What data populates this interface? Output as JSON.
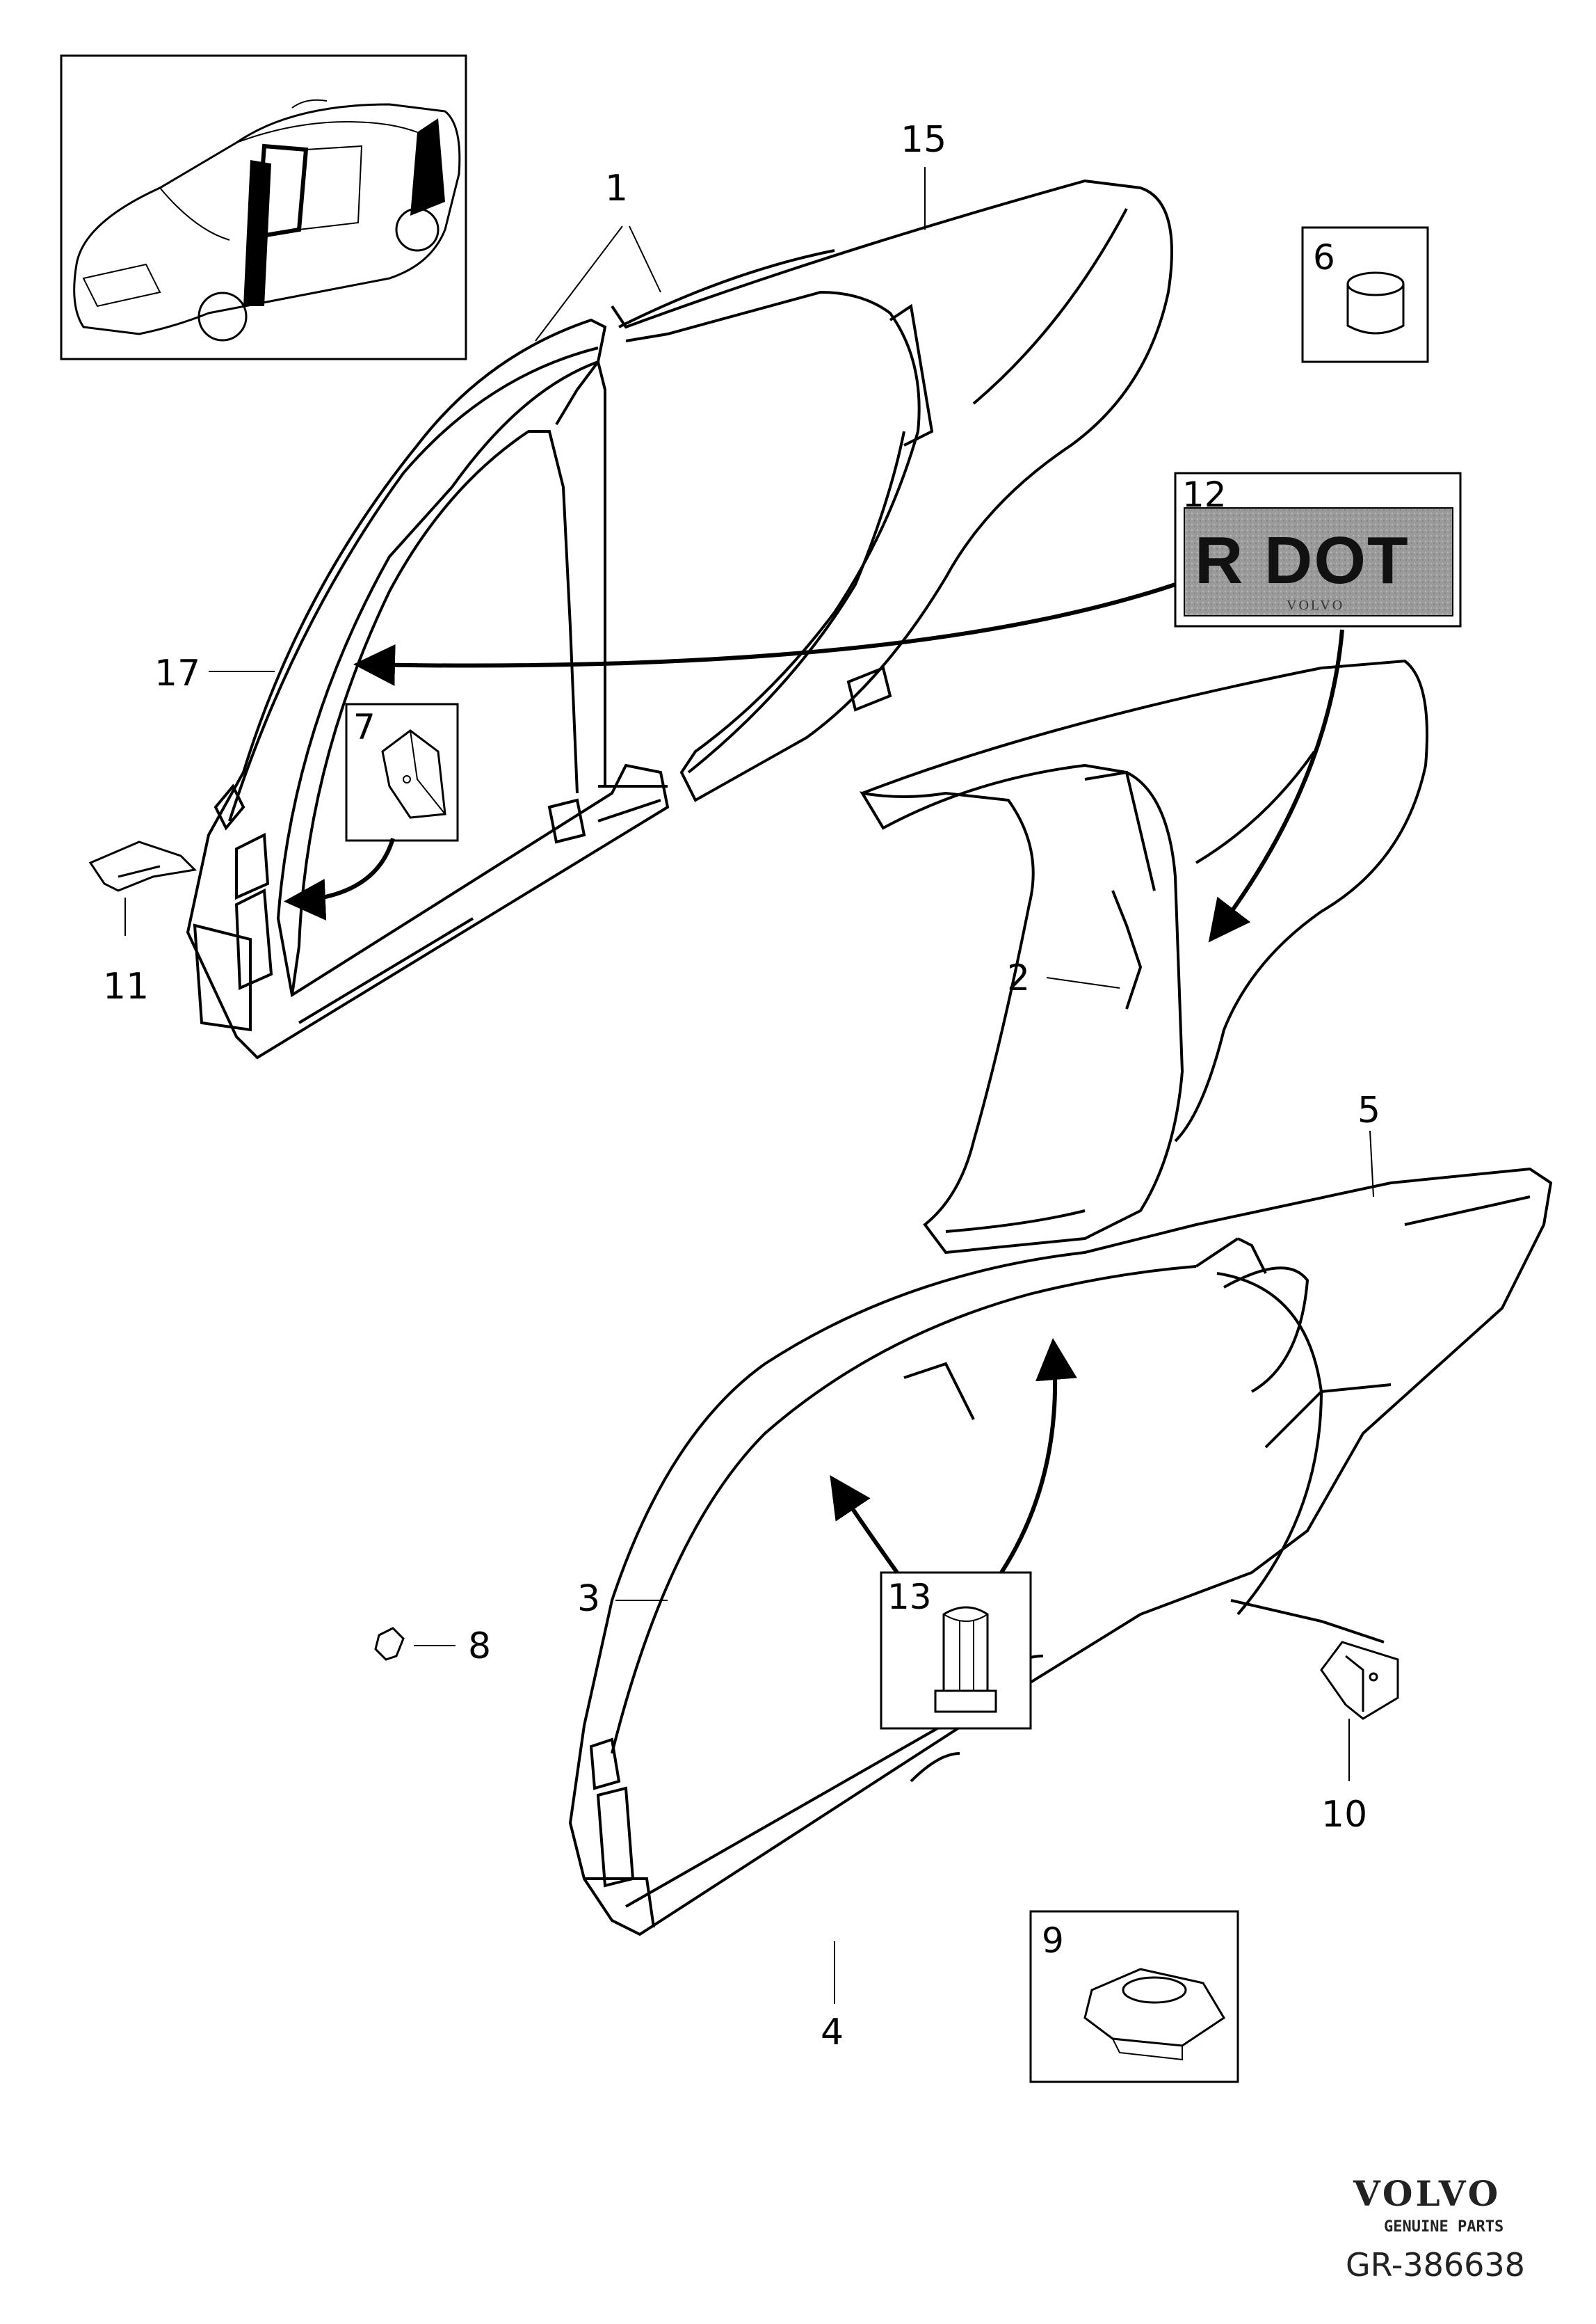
{
  "callouts": {
    "c1": "1",
    "c15": "15",
    "c6": "6",
    "c12": "12",
    "c17": "17",
    "c7": "7",
    "c11": "11",
    "c2": "2",
    "c5": "5",
    "c3": "3",
    "c13": "13",
    "c8": "8",
    "c10": "10",
    "c9": "9",
    "c4": "4"
  },
  "label_plate": {
    "text": "R DOT",
    "brand": "VOLVO"
  },
  "footer": {
    "brand": "VOLVO",
    "tagline": "GENUINE PARTS",
    "reference": "GR-386638"
  },
  "icons": [
    "car-overview-thumbnail",
    "side-panel-assembly-left",
    "rear-side-panel",
    "complete-side-panel",
    "plug",
    "label-plate",
    "bracket",
    "gusset",
    "clip",
    "hinge-plate",
    "nut-plate",
    "rivet-nut"
  ]
}
